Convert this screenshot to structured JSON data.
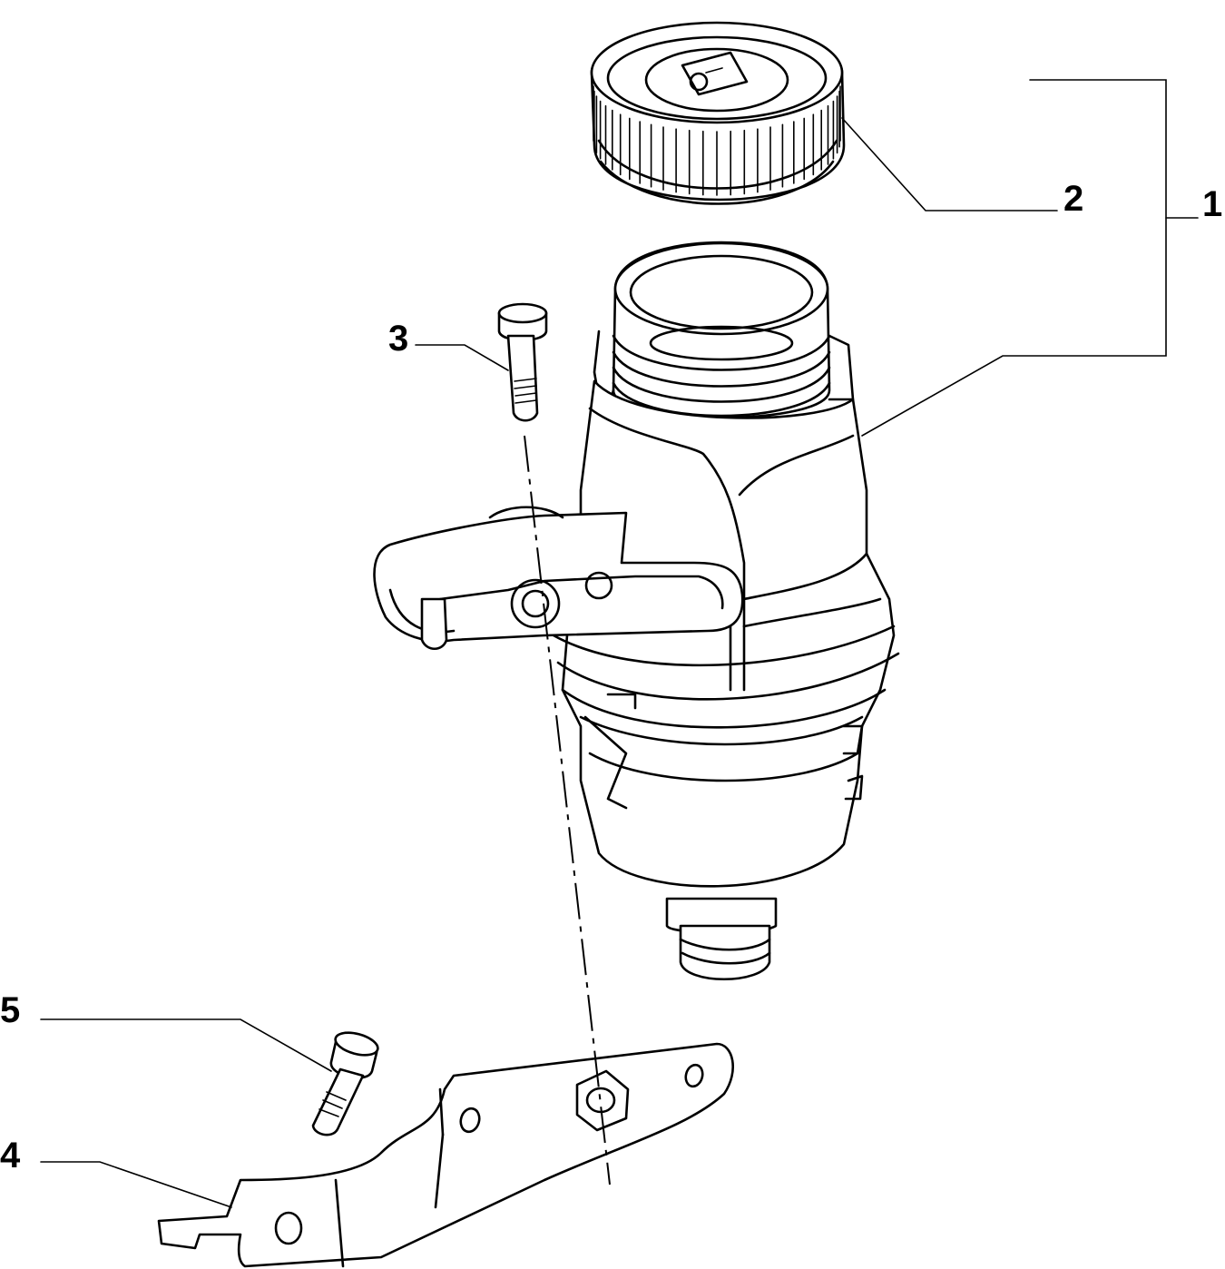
{
  "callouts": {
    "c1": "1",
    "c2": "2",
    "c3": "3",
    "c4": "4",
    "c5": "5"
  },
  "colors": {
    "line": "#000000",
    "background": "#ffffff"
  },
  "icons": {
    "cap_symbol": "brake-fluid-reservoir-symbol"
  }
}
